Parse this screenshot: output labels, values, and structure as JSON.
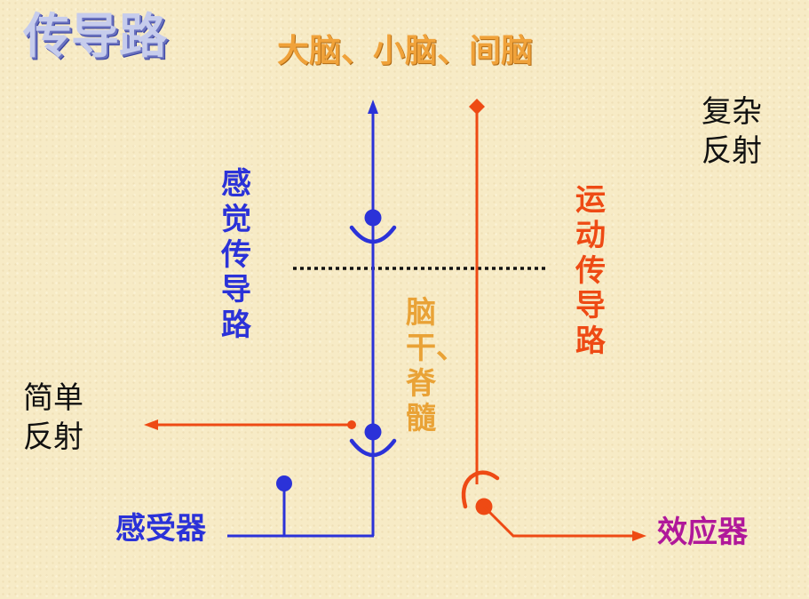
{
  "title": "传导路",
  "top_label": "大脑、小脑、间脑",
  "sensory_pathway": "感觉传导路",
  "motor_pathway": "运动传导路",
  "brainstem_spinal": "脑干、脊髓",
  "complex_reflex": "复杂反射",
  "simple_reflex": "简单反射",
  "receptor": "感受器",
  "effector": "效应器",
  "colors": {
    "sensory": "#2b32d8",
    "motor": "#ee4a14",
    "brain_label": "#f0a23a",
    "effector": "#b0189a",
    "title": "#c6ccec"
  }
}
